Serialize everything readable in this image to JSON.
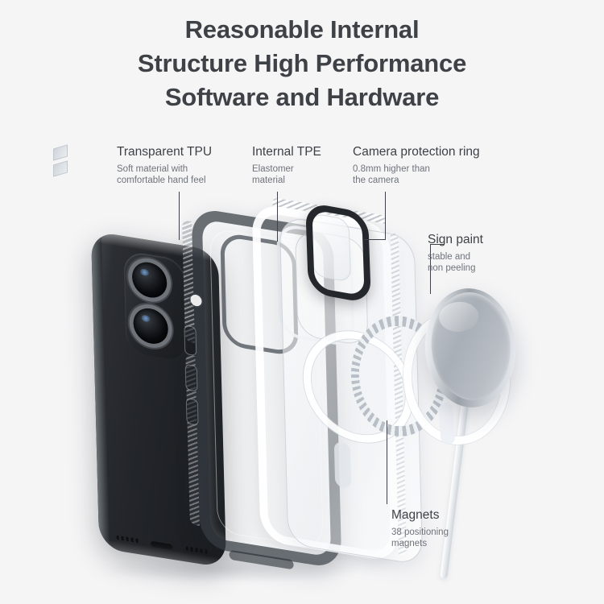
{
  "background_color": "#f5f5f6",
  "text_color": "#3e4146",
  "subtext_color": "#6f737a",
  "title": {
    "line1": "Reasonable Internal",
    "line2": "Structure High Performance",
    "line3": "Software and Hardware"
  },
  "callouts": [
    {
      "id": "transparent-tpu",
      "heading": "Transparent TPU",
      "desc_line1": "Soft material with",
      "desc_line2": "comfortable hand feel"
    },
    {
      "id": "internal-tpe",
      "heading": "Internal TPE",
      "desc_line1": "Elastomer",
      "desc_line2": "material"
    },
    {
      "id": "camera-protection-ring",
      "heading": "Camera protection ring",
      "desc_line1": "0.8mm higher than",
      "desc_line2": "the camera"
    },
    {
      "id": "sign-paint",
      "heading": "Sign paint",
      "desc_line1": "stable and",
      "desc_line2": "non peeling"
    },
    {
      "id": "magnets",
      "heading": "Magnets",
      "desc_line1": "38 positioning",
      "desc_line2": "magnets"
    }
  ],
  "product_parts": [
    {
      "name": "iphone-body",
      "label": "black smartphone with dual camera",
      "color": "#23262a"
    },
    {
      "name": "tpu-case-frame",
      "label": "transparent dark TPU case frame",
      "color": "#343c42"
    },
    {
      "name": "tpe-inner-frame",
      "label": "white internal TPE elastomer frame",
      "color": "#ffffff"
    },
    {
      "name": "clear-backplate",
      "label": "transparent back plate with magsafe ring",
      "color": "#eef0f3"
    },
    {
      "name": "camera-protection-ring",
      "label": "dark camera protection ring",
      "color": "#24272b"
    },
    {
      "name": "magnet-ring",
      "label": "segmented positioning magnet ring",
      "color": "#b9bfc6"
    },
    {
      "name": "white-ring",
      "label": "white magnet alignment ring",
      "color": "#ffffff"
    },
    {
      "name": "magsafe-charger",
      "label": "silver magsafe wireless charger puck",
      "color": "#a9afb6"
    },
    {
      "name": "charger-cable",
      "label": "white charging cable",
      "color": "#e4e8ec"
    }
  ]
}
